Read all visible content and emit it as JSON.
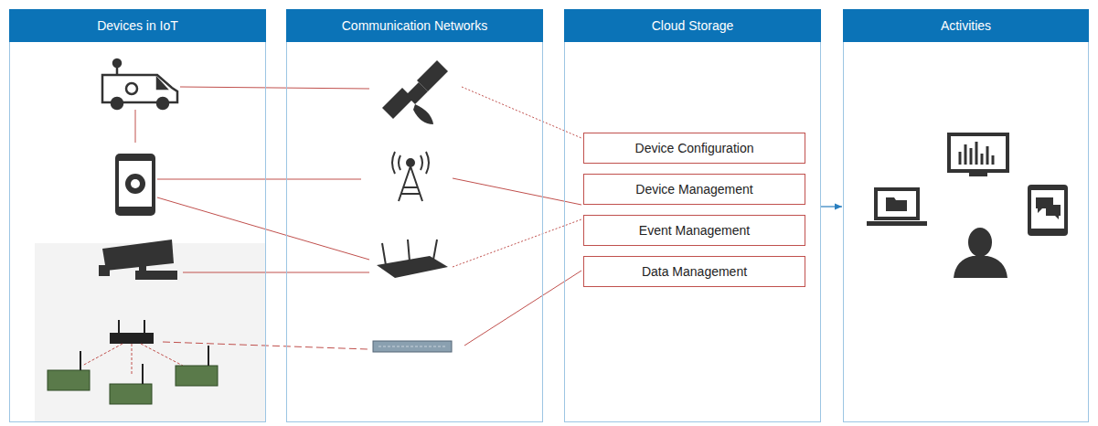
{
  "diagram": {
    "nodes": [
      {
        "text": [
          "Devices in IoT"
        ]
      },
      {
        "text": [
          "Communication Networks"
        ]
      },
      {
        "text": [
          "Cloud Storage"
        ]
      },
      {
        "text": [
          "Activities"
        ]
      },
      {
        "text": [
          "Device Configuration"
        ],
        "in": 2
      },
      {
        "text": [
          "Device Management"
        ],
        "in": 2
      },
      {
        "text": [
          "Event Management"
        ],
        "in": 2
      },
      {
        "text": [
          "Data Management"
        ],
        "in": 2
      }
    ],
    "edges": [
      {
        "from": 2,
        "to": 3,
        "arrow": "to"
      }
    ]
  }
}
